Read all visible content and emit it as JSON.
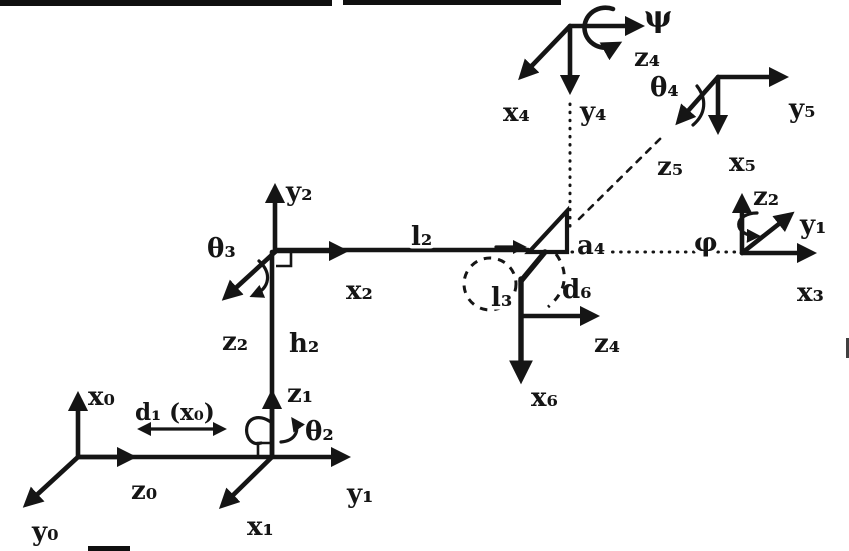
{
  "diagram": {
    "type": "robot-kinematics-coordinate-frames",
    "ink": "#151515",
    "bg": "#ffffff",
    "frame0": {
      "x_label": "x₀",
      "z_label": "z₀",
      "y_label": "y₀"
    },
    "offset_d1": {
      "label": "d₁ (x₀)"
    },
    "frame1": {
      "z_label": "z₁",
      "y_label": "y₁",
      "x_label": "x₁",
      "joint_angle": "θ₂"
    },
    "frame2": {
      "y_label": "y₂",
      "x_label": "x₂",
      "z_label": "z₂",
      "joint_angle": "θ₃",
      "link_label": "h₂"
    },
    "link_l2": {
      "label": "l₂"
    },
    "elbow": {
      "l3_label": "l₃",
      "d6_label": "d₆",
      "a4_label": "a₄",
      "z_label": "z₄",
      "x_label": "x₆"
    },
    "wrist_top": {
      "rot_label": "ψ",
      "z_label": "z₄",
      "x_label": "x₄",
      "y_label": "y₄"
    },
    "wrist_mid": {
      "rot_label": "θ₄",
      "y_label": "y₅",
      "x_label": "x₅",
      "z_label": "z₅"
    },
    "wrist_right": {
      "rot_label": "φ",
      "z_label": "z₂",
      "y_label": "y₁",
      "x_label": "x₃"
    }
  }
}
